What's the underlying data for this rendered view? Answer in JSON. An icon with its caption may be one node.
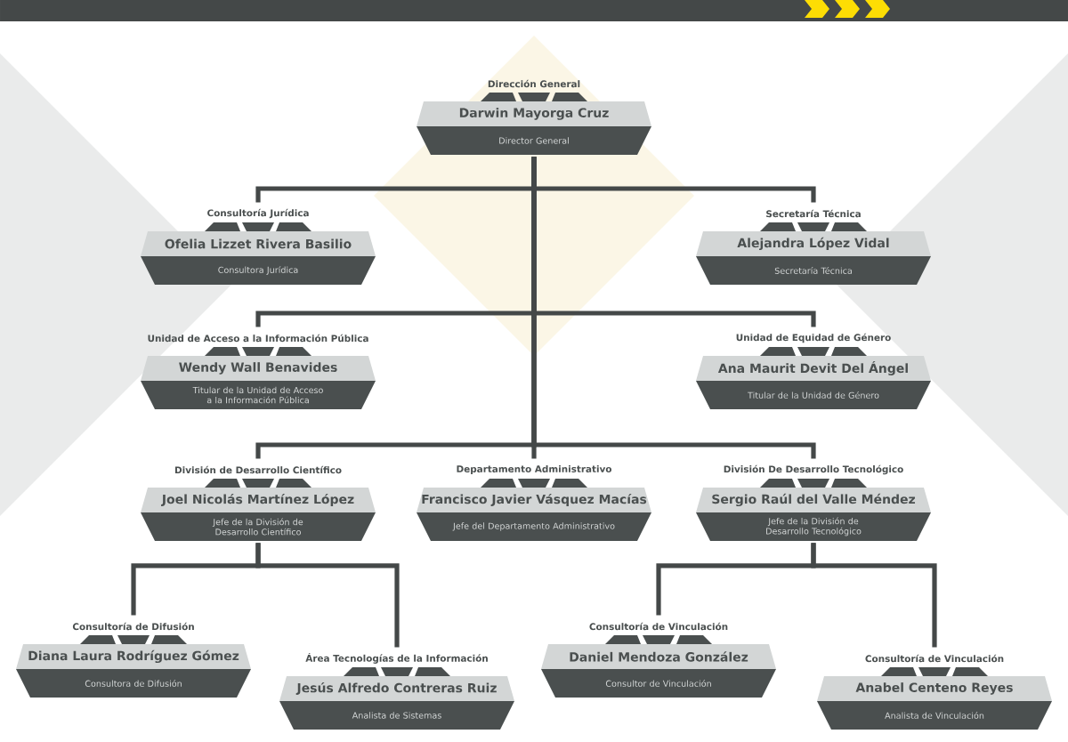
{
  "diagram": {
    "nodes": [
      {
        "text": [
          "Dirección General",
          "Darwin Mayorga Cruz",
          "Director General"
        ]
      },
      {
        "text": [
          "Consultoría Jurídica",
          "Ofelia Lizzet Rivera Basilio",
          "Consultora Jurídica"
        ]
      },
      {
        "text": [
          "Secretaría Técnica",
          "Alejandra López Vidal",
          "Secretaría Técnica"
        ]
      },
      {
        "text": [
          "Unidad de Acceso a la Información Pública",
          "Wendy Wall Benavides",
          "Titular de la Unidad de Acceso a la Información Pública"
        ]
      },
      {
        "text": [
          "Unidad de Equidad de Género",
          "Ana Maurit Devit Del Ángel",
          "Titular de la Unidad de Género"
        ]
      },
      {
        "text": [
          "División de Desarrollo Científico",
          "Joel Nicolás Martínez López",
          "Jefe de la División de Desarrollo Científico"
        ]
      },
      {
        "text": [
          "Departamento Administrativo",
          "Francisco Javier Vásquez Macías",
          "Jefe del Departamento Administrativo"
        ]
      },
      {
        "text": [
          "División De Desarrollo Tecnológico",
          "Sergio Raúl del Valle Méndez",
          "Jefe de la División de Desarrollo Tecnológico"
        ]
      },
      {
        "text": [
          "Consultoría de Difusión",
          "Diana Laura Rodríguez Gómez",
          "Consultora de Difusión"
        ]
      },
      {
        "text": [
          "Área Tecnologías de la Información",
          "Jesús Alfredo Contreras Ruiz",
          "Analista de Sistemas"
        ]
      },
      {
        "text": [
          "Consultoría de Vinculación",
          "Daniel Mendoza González",
          "Consultor de Vinculación"
        ]
      },
      {
        "text": [
          "Consultoría de Vinculación",
          "Anabel Centeno Reyes",
          "Analista de Vinculación"
        ]
      }
    ],
    "edges": [
      {
        "from": 0,
        "to": 1,
        "arrow": "none"
      },
      {
        "from": 0,
        "to": 2,
        "arrow": "none"
      },
      {
        "from": 0,
        "to": 3,
        "arrow": "none"
      },
      {
        "from": 0,
        "to": 4,
        "arrow": "none"
      },
      {
        "from": 0,
        "to": 5,
        "arrow": "none"
      },
      {
        "from": 0,
        "to": 6,
        "arrow": "none"
      },
      {
        "from": 0,
        "to": 7,
        "arrow": "none"
      },
      {
        "from": 5,
        "to": 8,
        "arrow": "none"
      },
      {
        "from": 5,
        "to": 9,
        "arrow": "none"
      },
      {
        "from": 7,
        "to": 10,
        "arrow": "none"
      },
      {
        "from": 7,
        "to": 11,
        "arrow": "none"
      }
    ]
  }
}
